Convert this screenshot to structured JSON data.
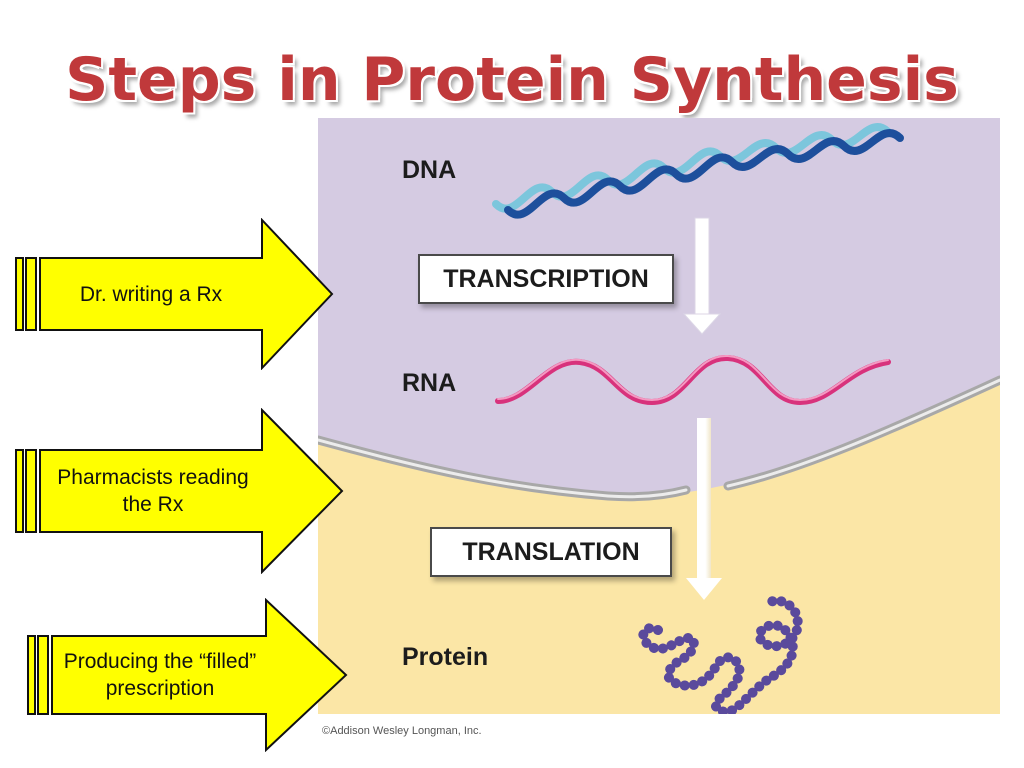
{
  "title": "Steps in Protein Synthesis",
  "molecules": {
    "dna": "DNA",
    "rna": "RNA",
    "protein": "Protein"
  },
  "processes": {
    "transcription": "TRANSCRIPTION",
    "translation": "TRANSLATION"
  },
  "analogy_arrows": [
    {
      "text": "Dr. writing a Rx"
    },
    {
      "text": "Pharmacists reading the  Rx"
    },
    {
      "text": "Producing the “filled” prescription"
    }
  ],
  "copyright": "©Addison Wesley Longman, Inc.",
  "colors": {
    "title": "#c0393b",
    "nucleus": "#d5cbe2",
    "cytoplasm": "#fbe6a6",
    "dna_dark": "#1d4f9c",
    "dna_light": "#7cc6dc",
    "rna": "#d8327c",
    "protein_beads": "#5a4a9c",
    "arrow_fill": "#ffff00"
  }
}
